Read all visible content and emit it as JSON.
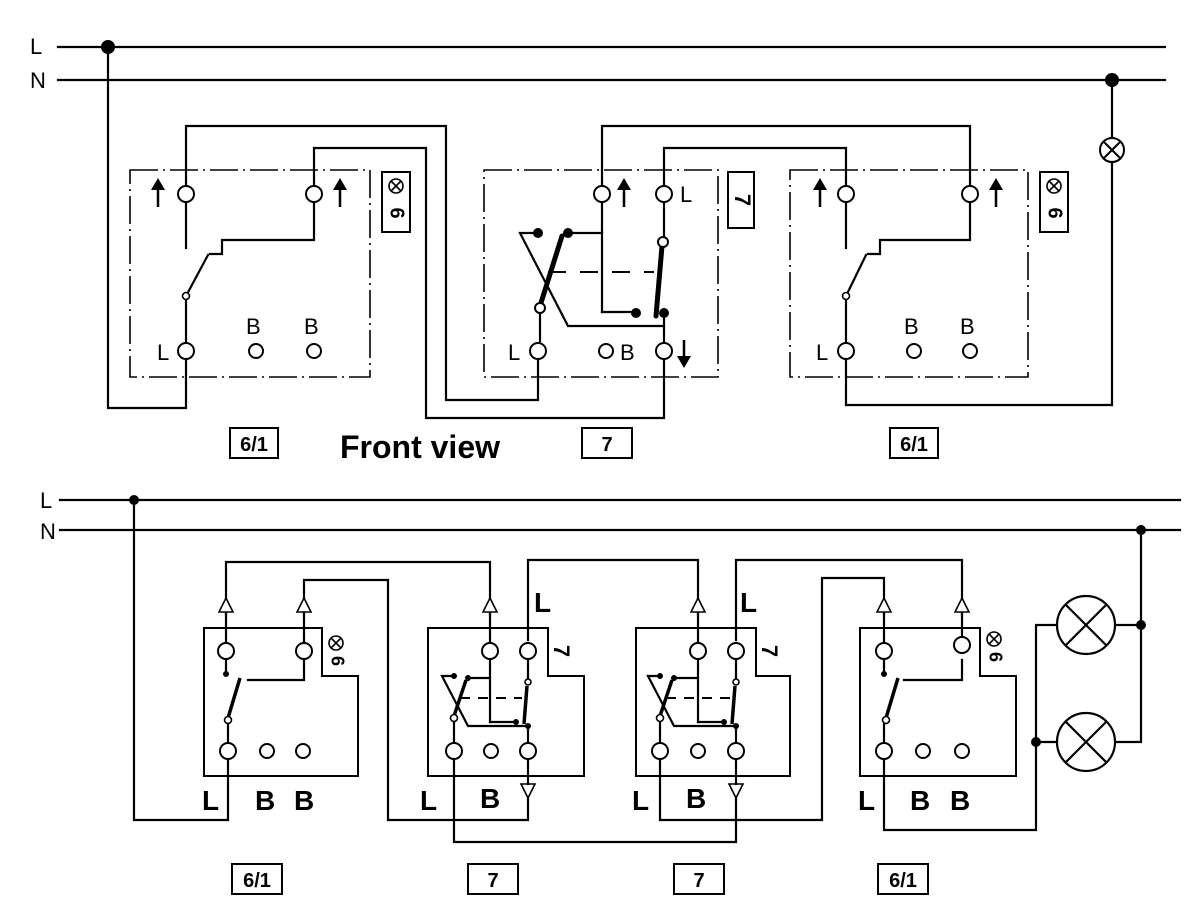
{
  "top": {
    "line_L": "L",
    "line_N": "N",
    "caption": "Front view",
    "tags": [
      "6/1",
      "7",
      "6/1"
    ],
    "terminal_L": "L",
    "terminal_B": "B",
    "side_tag_7": "7",
    "side_tag_6": "6"
  },
  "bottom": {
    "line_L": "L",
    "line_N": "N",
    "tags": [
      "6/1",
      "7",
      "7",
      "6/1"
    ],
    "terminal_L": "L",
    "terminal_B": "B",
    "side_tag_7": "7",
    "side_tag_6": "6"
  }
}
